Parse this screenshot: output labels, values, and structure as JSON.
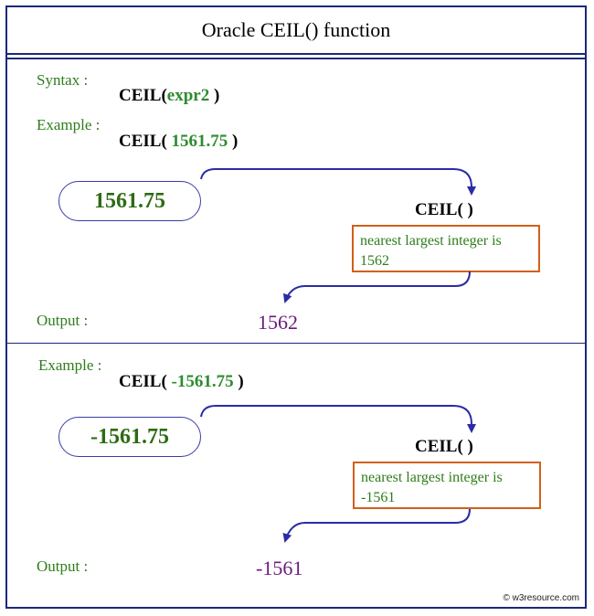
{
  "title": "Oracle CEIL() function",
  "syntax": {
    "label": "Syntax :",
    "fn": "CEIL(",
    "arg": "expr2",
    "close": " )"
  },
  "example1": {
    "label": "Example :",
    "code_fn": "CEIL( ",
    "code_arg": "1561.75",
    "code_close": " )",
    "input": "1561.75",
    "function": "CEIL(  )",
    "note": "nearest largest integer is 1562",
    "output_label": "Output :",
    "output": "1562"
  },
  "example2": {
    "label": "Example :",
    "code_fn": "CEIL( ",
    "code_arg": "-1561.75",
    "code_close": " )",
    "input": "-1561.75",
    "function": "CEIL(  )",
    "note": "nearest largest integer is -1561",
    "output_label": "Output :",
    "output": "-1561"
  },
  "credit": "© w3resource.com",
  "colors": {
    "frame": "#1a2a7a",
    "label_green": "#2e7d1a",
    "note_border": "#d2601a",
    "output_purple": "#6a1a7a",
    "arrow": "#2b2ba8"
  }
}
